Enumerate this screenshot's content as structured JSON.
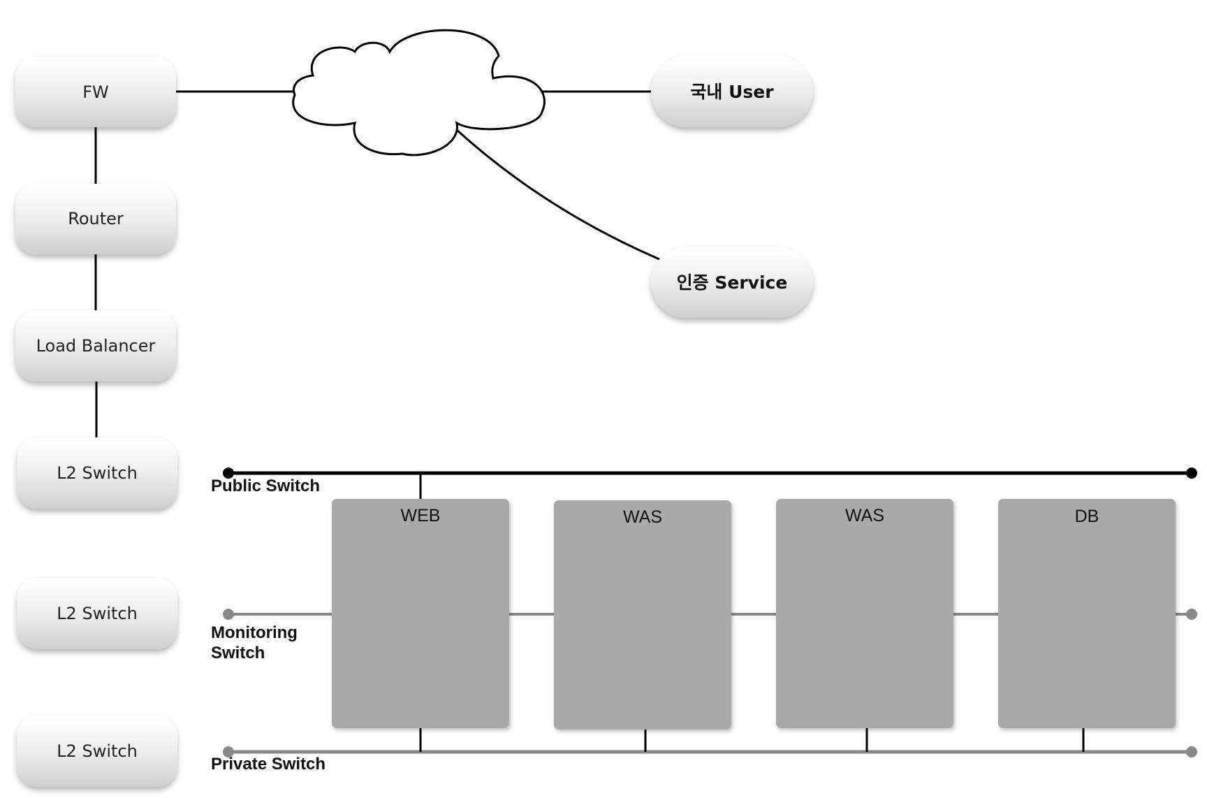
{
  "devices": {
    "fw": "FW",
    "router": "Router",
    "load_balancer": "Load Balancer",
    "l2_switch_public": "L2 Switch",
    "l2_switch_monitoring": "L2 Switch",
    "l2_switch_private": "L2 Switch"
  },
  "endpoints": {
    "domestic_user": "국내 User",
    "auth_service": "인증 Service"
  },
  "switches": {
    "public": "Public Switch",
    "monitoring_line1": "Monitoring",
    "monitoring_line2": "Switch",
    "private": "Private Switch"
  },
  "servers": {
    "web": "WEB",
    "was1": "WAS",
    "was2": "WAS",
    "db": "DB"
  },
  "colors": {
    "line": "#000000",
    "monitoring_line": "#888888",
    "server_fill": "#a8a9a8",
    "pill_top": "#ffffff",
    "pill_bottom": "#d0d0d0"
  }
}
